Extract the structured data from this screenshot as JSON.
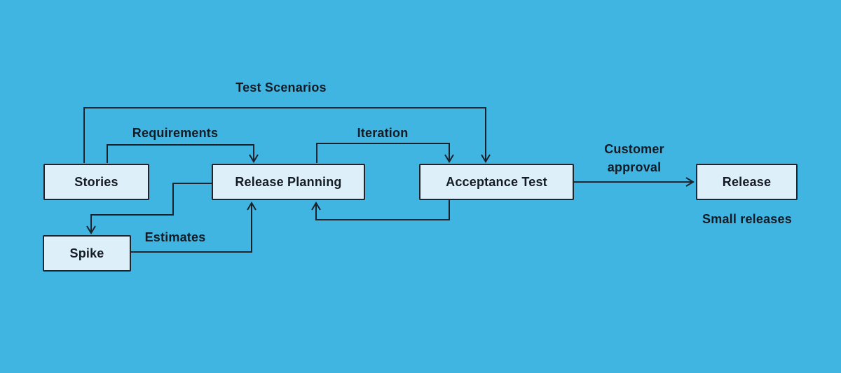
{
  "canvas": {
    "background_color": "#41b5e2",
    "node_fill_color": "#ddeff8",
    "node_border_color": "#1d2531",
    "line_color": "#1b222c",
    "text_color": "#151b24"
  },
  "nodes": {
    "stories": {
      "label": "Stories"
    },
    "release_planning": {
      "label": "Release Planning"
    },
    "acceptance_test": {
      "label": "Acceptance Test"
    },
    "release": {
      "label": "Release"
    },
    "spike": {
      "label": "Spike"
    }
  },
  "labels": {
    "test_scenarios": "Test Scenarios",
    "requirements": "Requirements",
    "iteration": "Iteration",
    "estimates": "Estimates",
    "customer_approval": "Customer approval",
    "small_releases": "Small releases"
  },
  "edges": [
    {
      "from": "stories",
      "to": "acceptance_test",
      "label_ref": "test_scenarios"
    },
    {
      "from": "stories",
      "to": "release_planning",
      "label_ref": "requirements"
    },
    {
      "from": "release_planning",
      "to": "acceptance_test",
      "label_ref": "iteration"
    },
    {
      "from": "release_planning",
      "to": "spike",
      "label_ref": null
    },
    {
      "from": "spike",
      "to": "release_planning",
      "label_ref": "estimates"
    },
    {
      "from": "acceptance_test",
      "to": "release_planning",
      "label_ref": null
    },
    {
      "from": "acceptance_test",
      "to": "release",
      "label_ref": "customer_approval"
    }
  ],
  "captions": {
    "under_release": "Small releases"
  }
}
